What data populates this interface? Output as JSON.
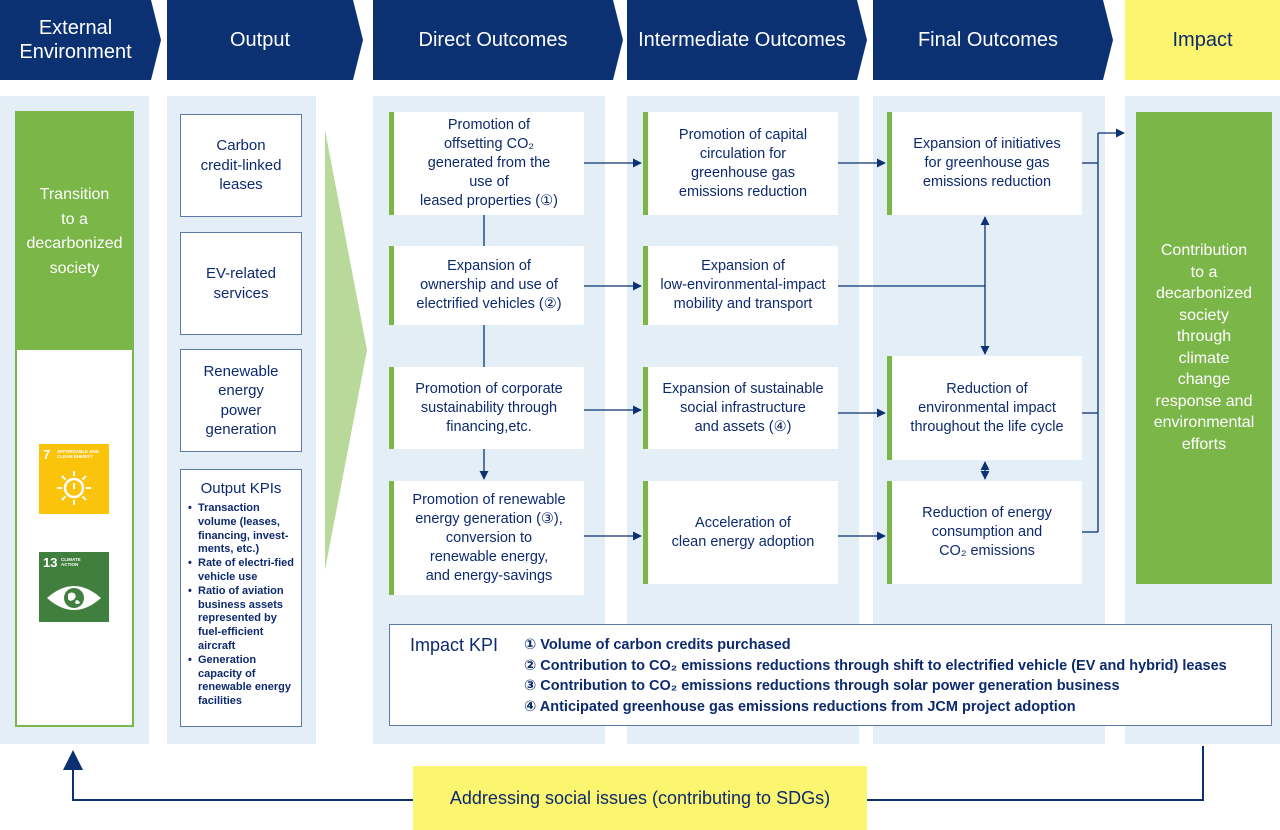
{
  "headers": {
    "external": "External\nEnvironment",
    "output": "Output",
    "direct": "Direct Outcomes",
    "intermediate": "Intermediate Outcomes",
    "final": "Final Outcomes",
    "impact": "Impact"
  },
  "external": {
    "transition": "Transition\nto a\ndecarbonized\nsociety",
    "sdg7": {
      "number": "7",
      "label": "AFFORDABLE AND\nCLEAN ENERGY",
      "color": "#fcc30b"
    },
    "sdg13": {
      "number": "13",
      "label": "CLIMATE\nACTION",
      "color": "#407f3e"
    }
  },
  "output": {
    "items": [
      "Carbon\ncredit-linked\nleases",
      "EV-related\nservices",
      "Renewable\nenergy\npower\ngeneration"
    ],
    "kpi_title": "Output KPIs",
    "kpis": [
      "Transaction volume (leases, financing, invest-ments, etc.)",
      "Rate of electri-fied vehicle use",
      "Ratio of aviation business assets represented by fuel-efficient aircraft",
      "Generation capacity of renewable energy facilities"
    ]
  },
  "direct": [
    "Promotion of\noffsetting CO₂\ngenerated from the\nuse of\nleased properties (①)",
    "Expansion of\nownership and use of\nelectrified vehicles (②)",
    "Promotion of corporate\nsustainability through\nfinancing,etc.",
    "Promotion of renewable\nenergy generation (③),\nconversion to\nrenewable energy,\nand energy-savings"
  ],
  "intermediate": [
    "Promotion of capital\ncirculation for\ngreenhouse gas\nemissions reduction",
    "Expansion of\nlow-environmental-impact\nmobility and transport",
    "Expansion of sustainable\nsocial infrastructure\nand assets (④)",
    "Acceleration of\nclean energy adoption"
  ],
  "final": [
    "Expansion of initiatives\nfor greenhouse gas\nemissions reduction",
    "Reduction of\nenvironmental impact\nthroughout the life cycle",
    "Reduction of energy\nconsumption and\nCO₂ emissions"
  ],
  "impact": {
    "text": "Contribution\nto a\ndecarbonized\nsociety\nthrough\nclimate\nchange\nresponse and\nenvironmental\nefforts"
  },
  "impact_kpi": {
    "title": "Impact KPI",
    "items": [
      "① Volume of carbon credits purchased",
      "② Contribution to CO₂ emissions reductions through shift to electrified vehicle (EV and hybrid) leases",
      "③ Contribution to CO₂ emissions reductions through solar power generation business",
      "④ Anticipated greenhouse gas emissions reductions from JCM project adoption"
    ]
  },
  "feedback_label": "Addressing social issues (contributing to SDGs)",
  "colors": {
    "navy": "#0b3173",
    "green": "#7ab648",
    "light_blue": "#e3eef7",
    "yellow": "#fbf56f"
  }
}
